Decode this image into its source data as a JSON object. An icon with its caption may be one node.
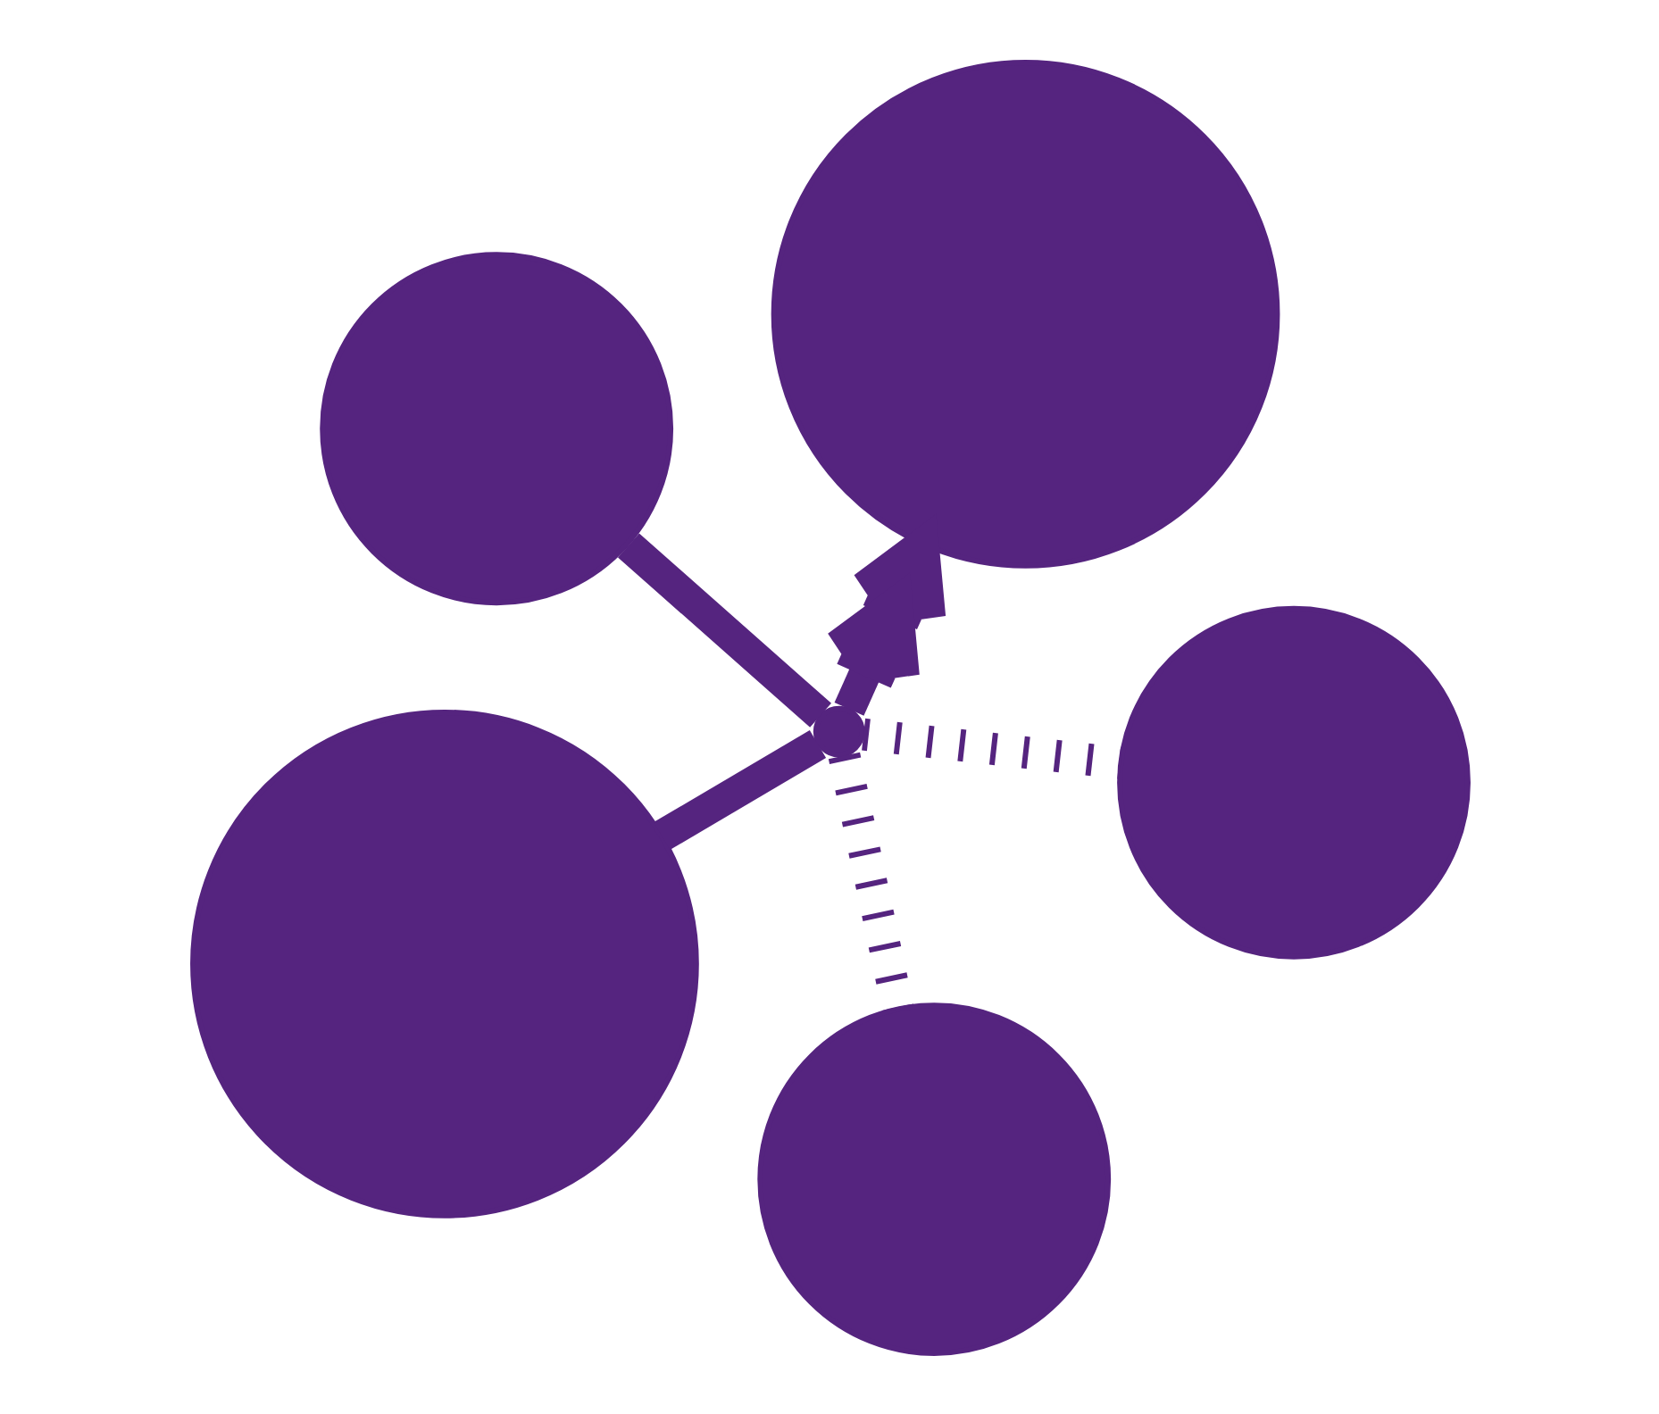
{
  "diagram": {
    "nodes": [
      {
        "text": [],
        "shape": "circle"
      },
      {
        "text": [],
        "shape": "circle"
      },
      {
        "text": [],
        "shape": "circle"
      },
      {
        "text": [],
        "shape": "point"
      },
      {
        "text": [],
        "shape": "circle"
      },
      {
        "text": [],
        "shape": "circle"
      }
    ],
    "edges": [
      {
        "from": 3,
        "to": 0,
        "arrow": "none"
      },
      {
        "from": 3,
        "to": 1,
        "arrow": "none",
        "style": "dashed"
      },
      {
        "from": 3,
        "to": 2,
        "arrow": "none",
        "style": "dashed"
      },
      {
        "from": 3,
        "to": 4,
        "arrow": "to"
      },
      {
        "from": 3,
        "to": 5,
        "arrow": "none"
      }
    ]
  }
}
